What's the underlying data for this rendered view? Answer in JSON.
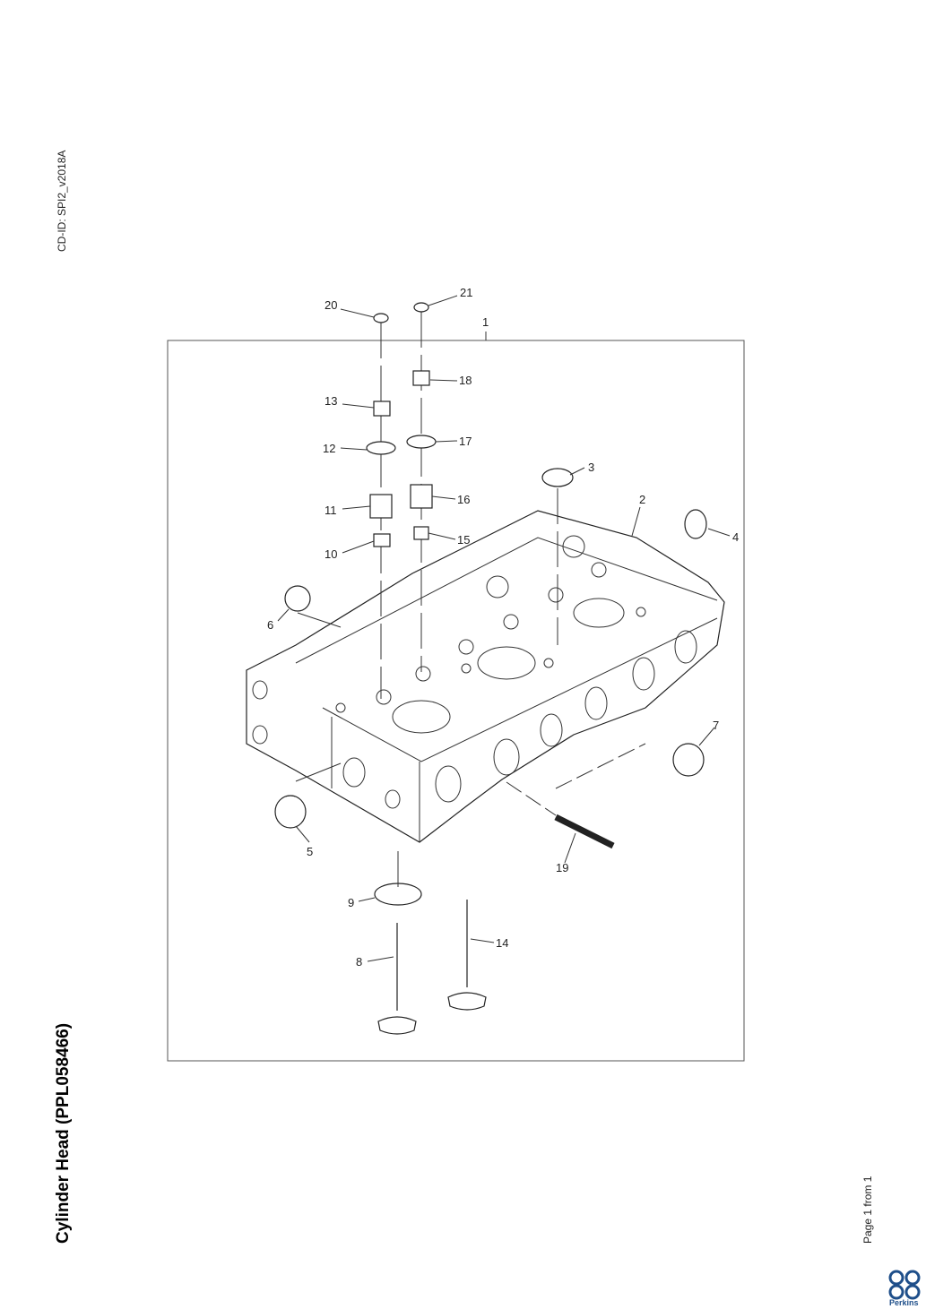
{
  "header": {
    "cd_id": "CD-ID: SPI2_v2018A"
  },
  "document": {
    "title": "Cylinder Head (PPL058466)"
  },
  "footer": {
    "page": "Page 1 from 1"
  },
  "brand": {
    "name": "Perkins",
    "color": "#1f4f8a"
  },
  "callouts": {
    "c1": "1",
    "c2": "2",
    "c3": "3",
    "c4": "4",
    "c5": "5",
    "c6": "6",
    "c7": "7",
    "c8": "8",
    "c9": "9",
    "c10": "10",
    "c11": "11",
    "c12": "12",
    "c13": "13",
    "c14": "14",
    "c15": "15",
    "c16": "16",
    "c17": "17",
    "c18": "18",
    "c19": "19",
    "c20": "20",
    "c21": "21"
  }
}
